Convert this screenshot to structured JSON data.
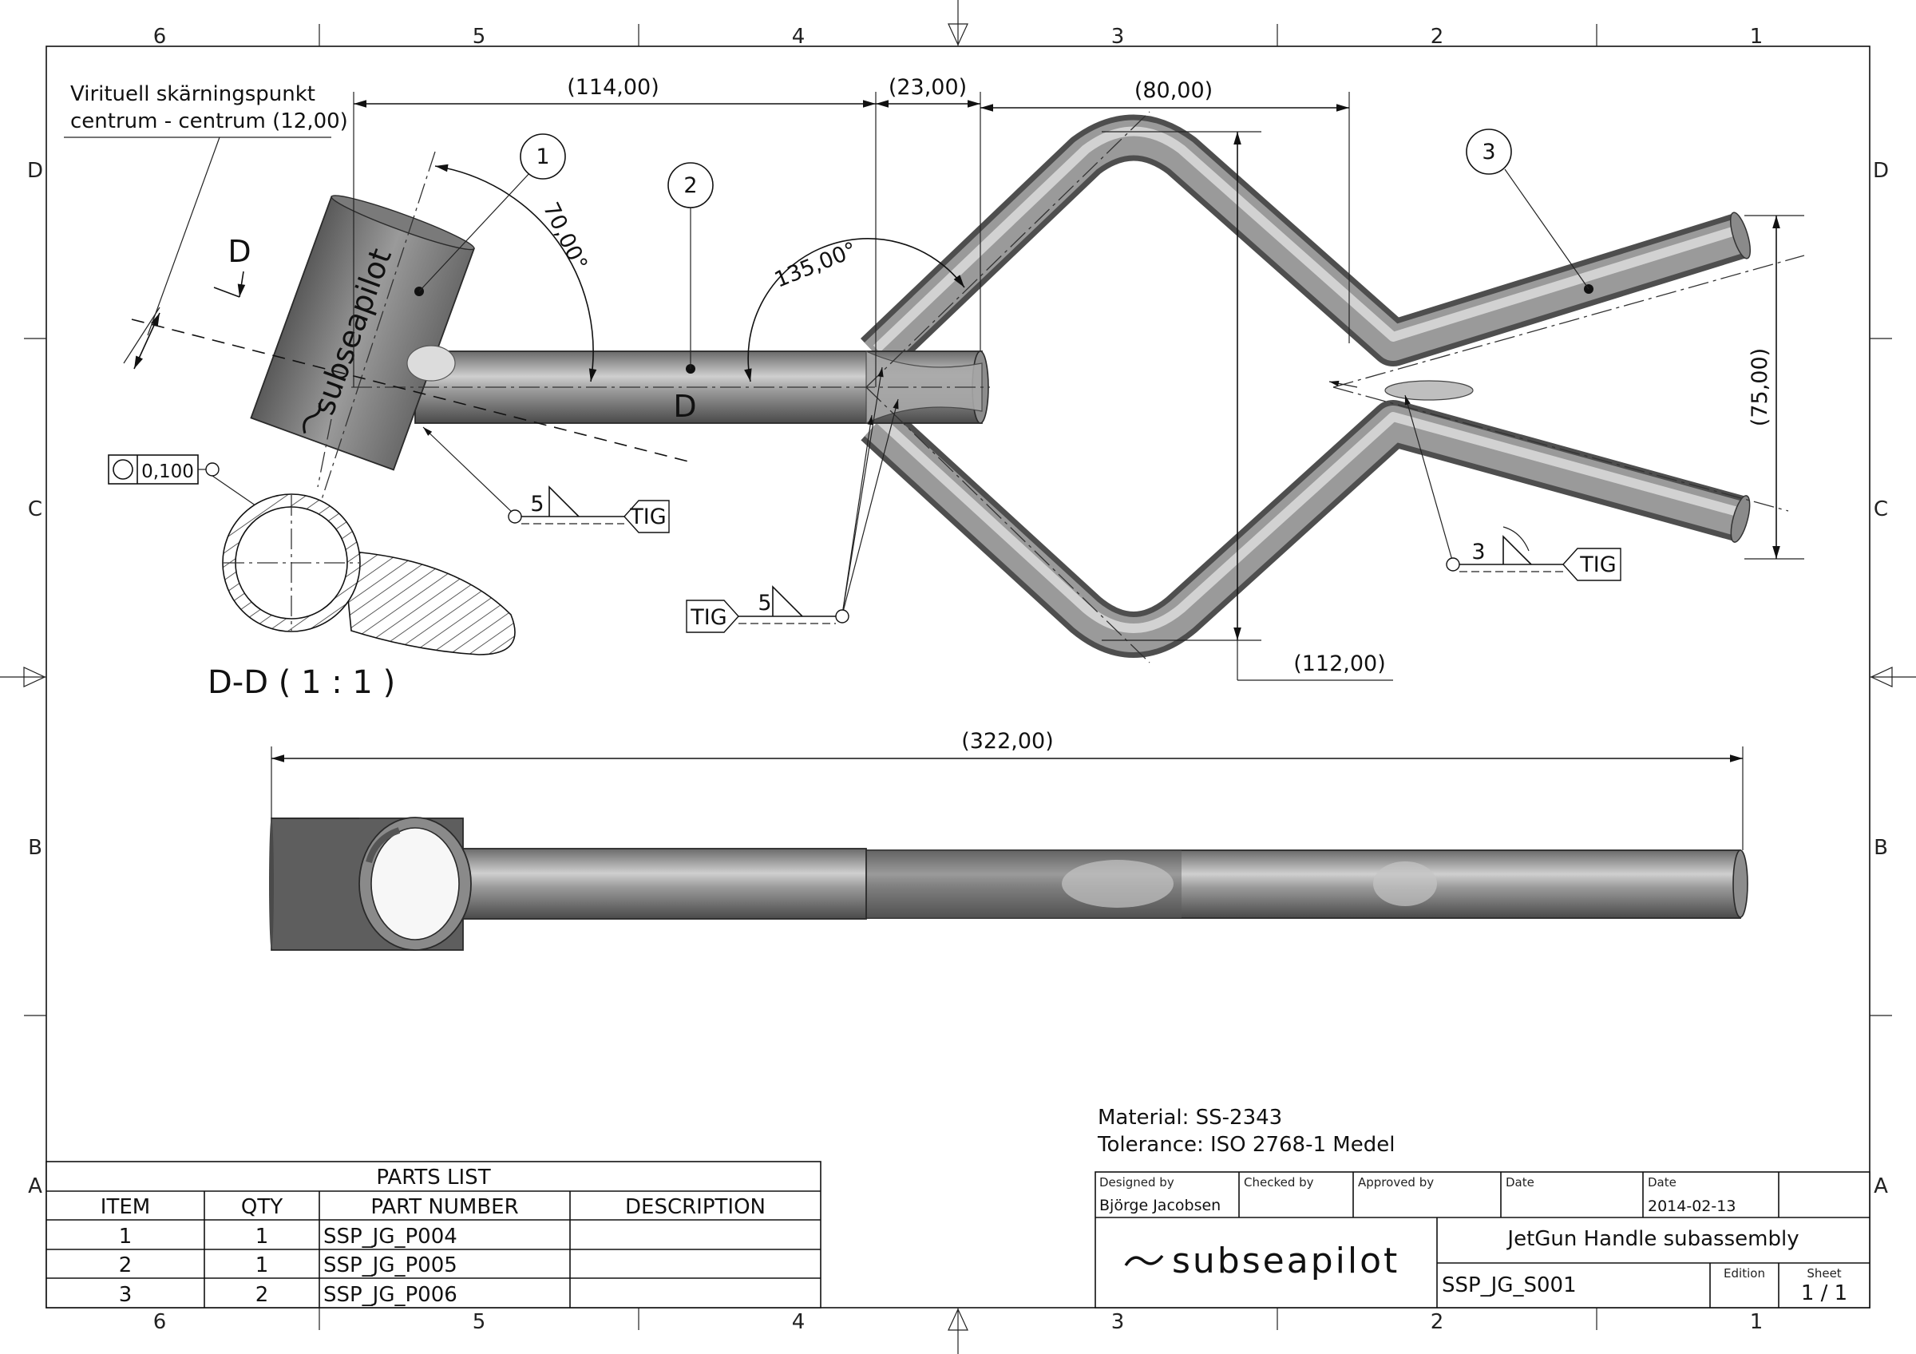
{
  "zones": {
    "columns_top": [
      "6",
      "5",
      "4",
      "3",
      "2",
      "1"
    ],
    "columns_bottom": [
      "6",
      "5",
      "4",
      "3",
      "2",
      "1"
    ],
    "rows_left": [
      "D",
      "C",
      "B",
      "A"
    ],
    "rows_right": [
      "D",
      "C",
      "B",
      "A"
    ]
  },
  "note_text": {
    "line1": "Virituell skärningspunkt",
    "line2": "centrum - centrum (12,00)"
  },
  "dimensions": {
    "d114": "(114,00)",
    "d23": "(23,00)",
    "d80": "(80,00)",
    "d112": "(112,00)",
    "d75": "(75,00)",
    "d322": "(322,00)",
    "a70": "70,00°",
    "a135": "135,00°"
  },
  "balloons": [
    "1",
    "2",
    "3"
  ],
  "section_marks": {
    "label": "D",
    "view_title": "D-D ( 1 : 1 )"
  },
  "tolerance_frame": {
    "value": "0,100"
  },
  "welds": [
    {
      "size": "5",
      "process": "TIG"
    },
    {
      "size": "5",
      "process": "TIG"
    },
    {
      "size": "3",
      "process": "TIG"
    }
  ],
  "part_logo_text": "subseapilot",
  "material": {
    "material_line": "Material: SS-2343",
    "tolerance_line": "Tolerance: ISO 2768-1 Medel"
  },
  "parts_list": {
    "title": "PARTS LIST",
    "headers": [
      "ITEM",
      "QTY",
      "PART NUMBER",
      "DESCRIPTION"
    ],
    "rows": [
      [
        "1",
        "1",
        "SSP_JG_P004",
        ""
      ],
      [
        "2",
        "1",
        "SSP_JG_P005",
        ""
      ],
      [
        "3",
        "2",
        "SSP_JG_P006",
        ""
      ]
    ]
  },
  "title_block": {
    "designed_by_label": "Designed by",
    "checked_by_label": "Checked by",
    "approved_by_label": "Approved by",
    "date_label_1": "Date",
    "date_label_2": "Date",
    "designer": "Björge Jacobsen",
    "date": "2014-02-13",
    "logo": "subseapilot",
    "title": "JetGun Handle subassembly",
    "drawing_number": "SSP_JG_S001",
    "edition_label": "Edition",
    "sheet_label": "Sheet",
    "sheet": "1 / 1"
  },
  "colors": {
    "line": "#111111",
    "steel_dark": "#5a5a5a",
    "steel_mid": "#8c8c8c",
    "steel_light": "#cfcfcf",
    "hatch": "#444444"
  }
}
